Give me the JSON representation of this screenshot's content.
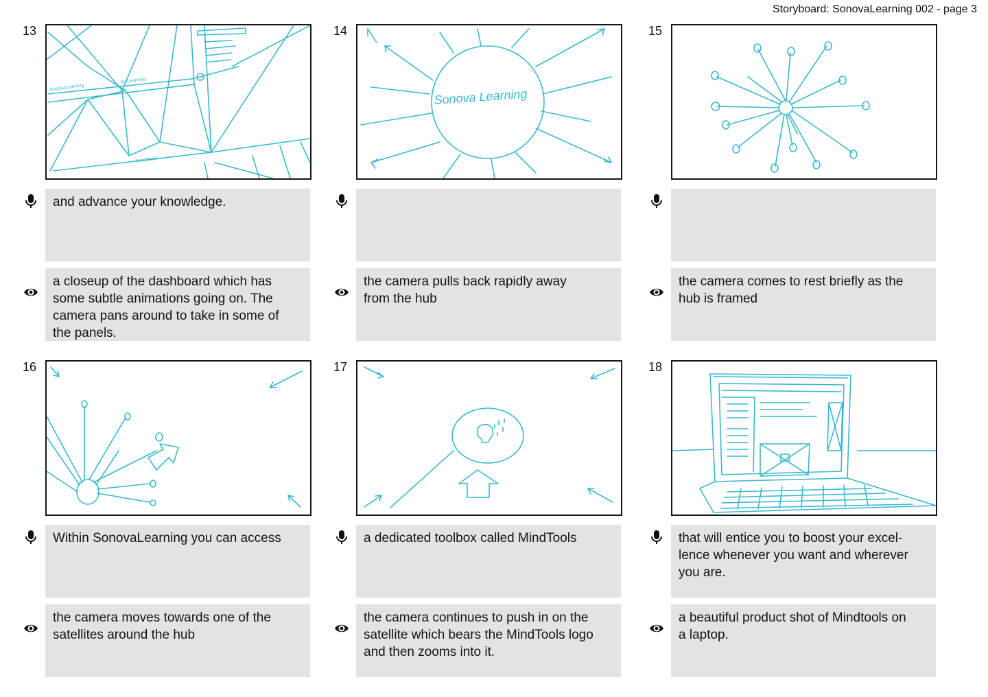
{
  "header": {
    "title": "Storyboard: SonovaLearning 002 - page  3"
  },
  "panels": [
    {
      "number": "13",
      "audio": "and advance your knowledge.",
      "visual": "a closeup of the dashboard which has some subtle animations going on.  The camera pans around to take in some of the panels.",
      "sketch_labels": [
        "SonovaLearning",
        "MyLearning",
        "MindTools"
      ]
    },
    {
      "number": "14",
      "audio": "",
      "visual": "the camera pulls back rapidly away from the hub",
      "sketch_labels": [
        "Sonova Learning"
      ]
    },
    {
      "number": "15",
      "audio": "",
      "visual": "the camera comes to rest briefly as the hub is framed"
    },
    {
      "number": "16",
      "audio": "Within SonovaLearning you can access",
      "visual": "the camera moves towards one of the satellites around the hub"
    },
    {
      "number": "17",
      "audio": "a dedicated toolbox called MindTools",
      "visual": "the camera continues to push in on the satellite which bears the MindTools logo and then zooms into it."
    },
    {
      "number": "18",
      "audio": "that will entice you to boost your excel-lence whenever you want and wherever you are.",
      "visual": "a beautiful product shot of Mindtools on a laptop."
    }
  ],
  "icons": {
    "audio": "microphone-icon",
    "visual": "eye-icon"
  },
  "colors": {
    "sketch": "#39b9d0",
    "text_box": "#e3e3e3",
    "frame_border": "#151515"
  }
}
